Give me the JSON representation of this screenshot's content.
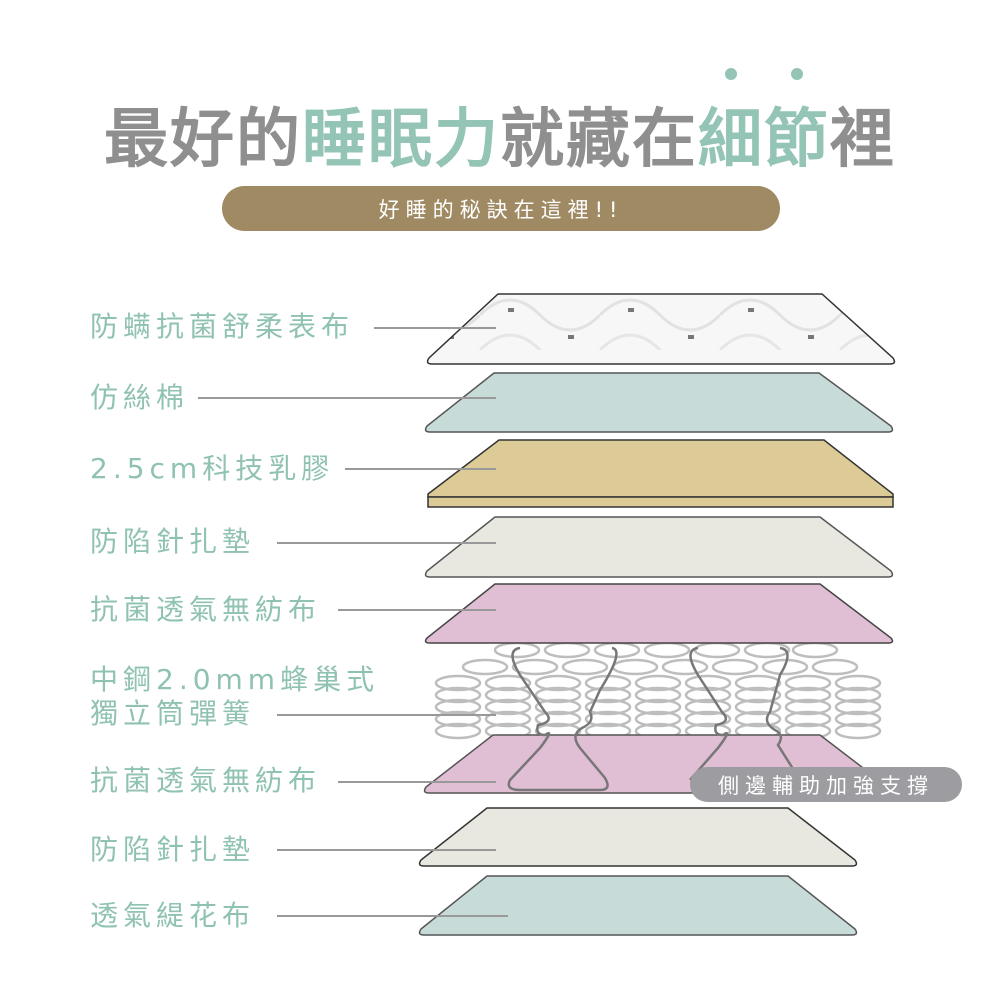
{
  "headline": {
    "parts": [
      {
        "text": "最好的",
        "color": "#8f8f8f"
      },
      {
        "text": "睡眠力",
        "color": "#93c4b5"
      },
      {
        "text": " 就藏在",
        "color": "#8f8f8f"
      },
      {
        "text": "細",
        "color": "#93c4b5",
        "dot": true
      },
      {
        "text": "節",
        "color": "#93c4b5",
        "dot": true
      },
      {
        "text": "裡",
        "color": "#8f8f8f"
      }
    ]
  },
  "subtitle_pill": {
    "text": "好睡的秘訣在這裡!!",
    "color": "#9f8a63"
  },
  "layers": [
    {
      "label": "防螨抗菌舒柔表布",
      "fill": "#f7f7f7",
      "texture": "quilted"
    },
    {
      "label": "仿絲棉",
      "fill": "#c7dbd8"
    },
    {
      "label": "2.5cm科技乳膠",
      "fill": "#dccb96"
    },
    {
      "label": "防陷針扎墊",
      "fill": "#e8e8e0"
    },
    {
      "label": "抗菌透氣無紡布",
      "fill": "#e0bed4"
    },
    {
      "label_line1": "中鋼2.0mm蜂巢式",
      "label_line2": "獨立筒彈簧",
      "type": "springs"
    },
    {
      "label": "抗菌透氣無紡布",
      "fill": "#e0bed4"
    },
    {
      "label": "防陷針扎墊",
      "fill": "#e8e8e0"
    },
    {
      "label": "透氣緹花布",
      "fill": "#c7dbd8"
    }
  ],
  "side_support_badge": {
    "text": "側邊輔助加強支撐",
    "color": "#9d9ca1"
  },
  "colors": {
    "label_text": "#8fc2b0",
    "leader_line": "#999999",
    "outline": "#333333"
  }
}
